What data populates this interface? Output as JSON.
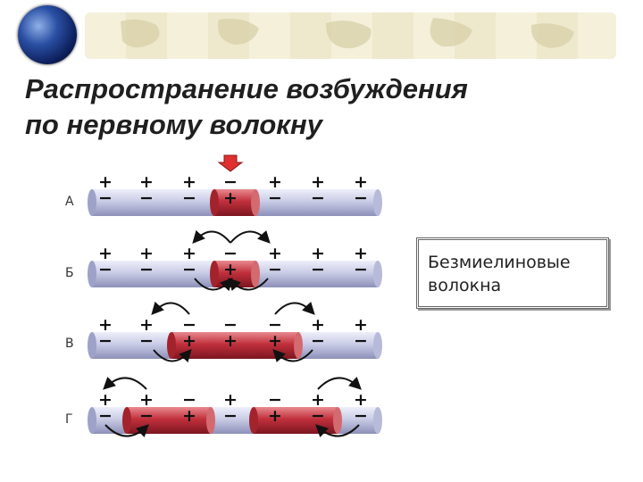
{
  "slide": {
    "title_line1": "Распространение возбуждения",
    "title_line2": "по нервному волокну"
  },
  "note": {
    "line1": "Безмиелиновые",
    "line2": "волокна"
  },
  "rows": [
    {
      "label": "А"
    },
    {
      "label": "Б"
    },
    {
      "label": "В"
    },
    {
      "label": "Г"
    }
  ],
  "colors": {
    "fiber": "#c9cce6",
    "excited_segment": "#c0303c",
    "stimulus_arrow": "#e03030",
    "banner": "#efe8cc"
  },
  "icons": [
    "globe-icon",
    "stimulus-arrow-icon",
    "current-arc-icon"
  ]
}
